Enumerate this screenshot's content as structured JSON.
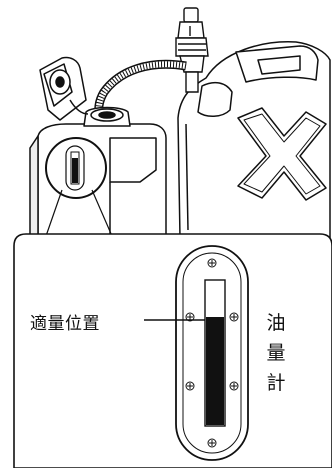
{
  "callout_label": "適量位置",
  "gauge_label_chars": [
    "油",
    "量",
    "計"
  ],
  "gauge": {
    "level_fraction": 0.75
  },
  "colors": {
    "line": "#111111",
    "fill_dark": "#111111",
    "background": "#ffffff"
  },
  "icons": {
    "pump": "siphon-pump-icon",
    "jerry_can": "jerry-can-icon",
    "machine": "engine-tank-icon",
    "screw": "screw-icon"
  }
}
